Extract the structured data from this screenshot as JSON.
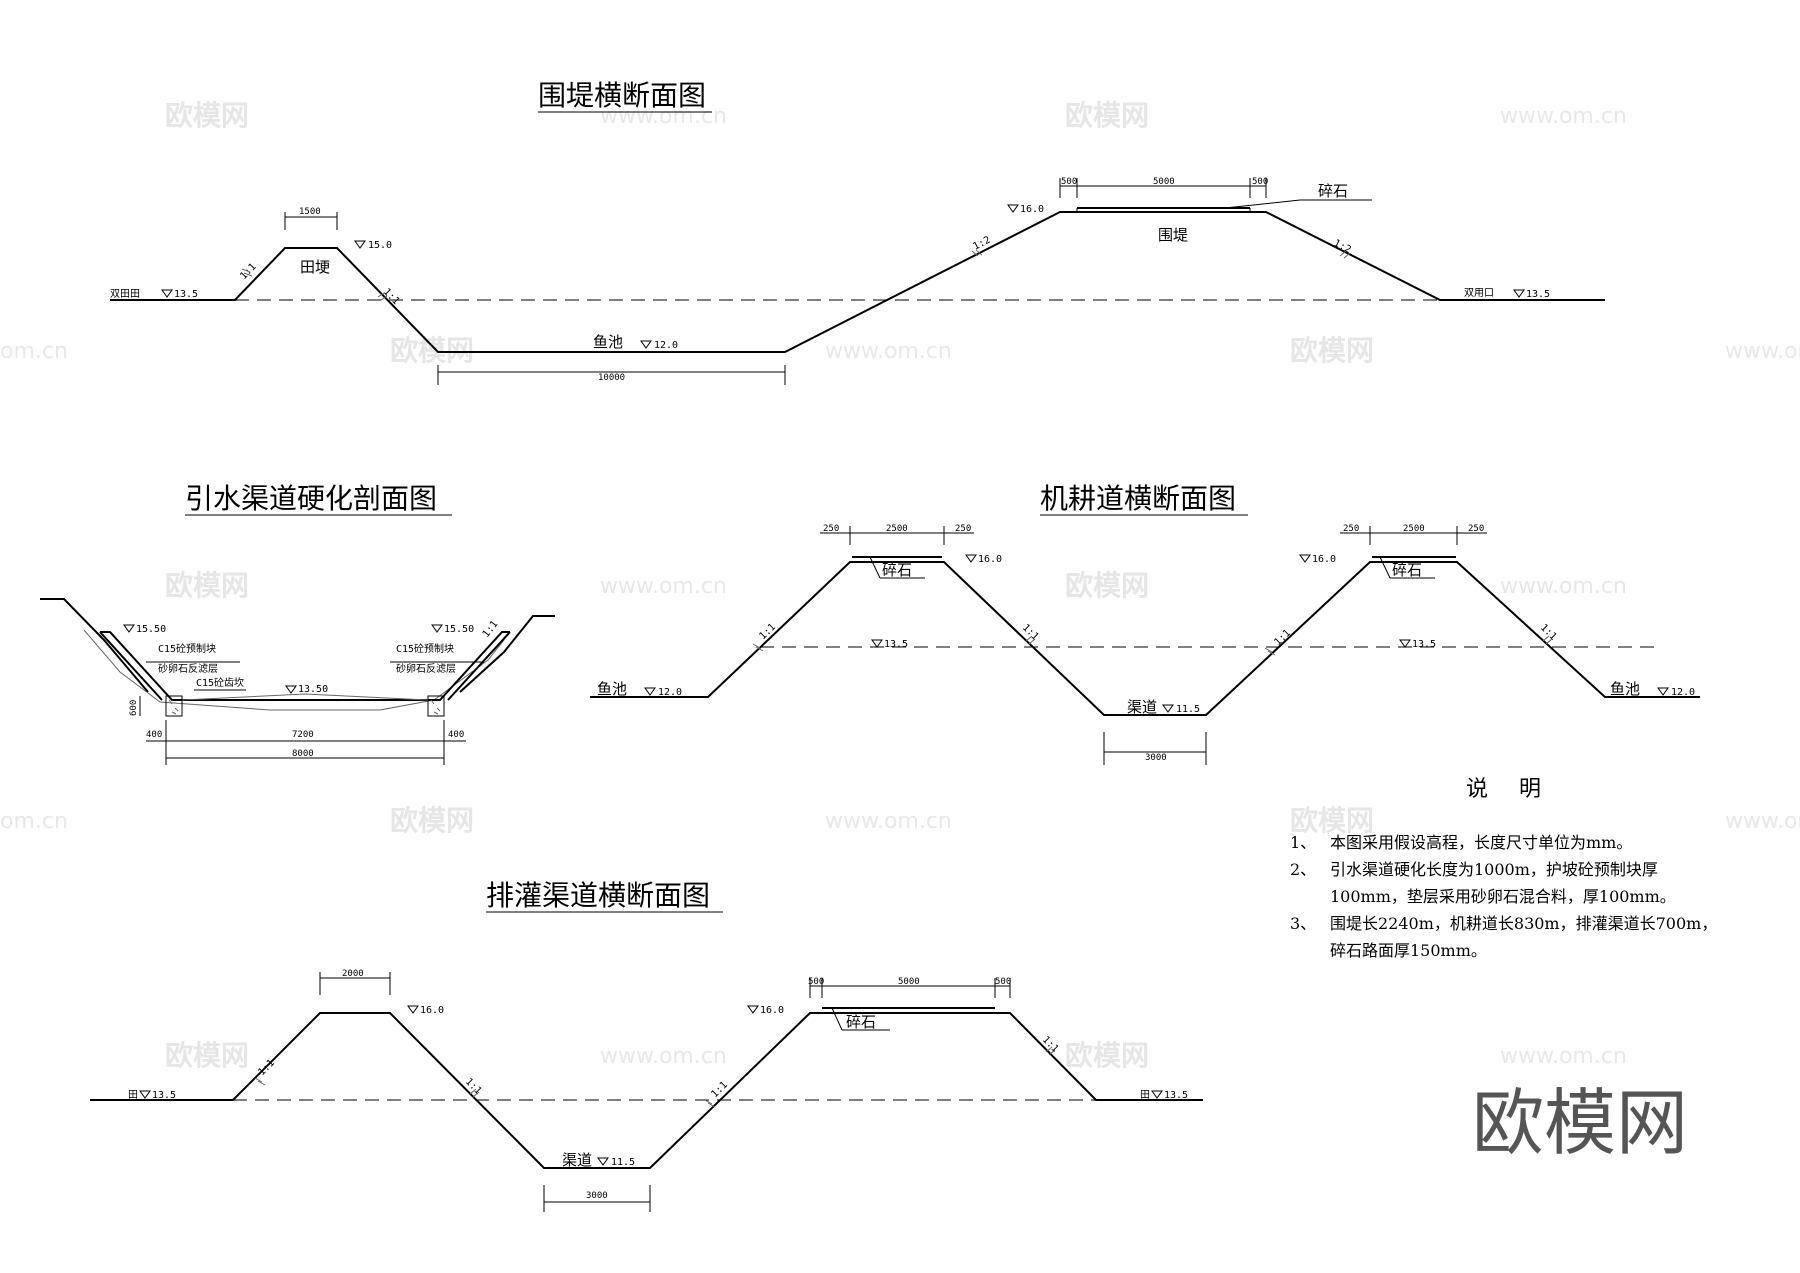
{
  "titles": {
    "embankment": "围堤横断面图",
    "channel_lining": "引水渠道硬化剖面图",
    "tractor_road": "机耕道横断面图",
    "drainage": "排灌渠道横断面图"
  },
  "labels": {
    "farmland_double": "双田田",
    "farmland_double_2": "双用口",
    "farmland": "田",
    "ridge": "田埂",
    "fish_pond": "鱼池",
    "levee": "围堤",
    "gravel": "碎石",
    "canal": "渠道",
    "precast_block": "C15砼预制块",
    "filter_layer": "砂卵石反滤层",
    "toe_block": "C15砼齿坎"
  },
  "elevations": {
    "e13_5": "13.5",
    "e15_0": "15.0",
    "e12_0": "12.0",
    "e16_0": "16.0",
    "e11_5": "11.5",
    "e15_50": "15.50",
    "e13_50": "13.50"
  },
  "slopes": {
    "s1_1": "1:1",
    "s1_2": "1:2"
  },
  "dims": {
    "d1500": "1500",
    "d10000": "10000",
    "d500": "500",
    "d5000": "5000",
    "d250": "250",
    "d2500": "2500",
    "d3000": "3000",
    "d400": "400",
    "d7200": "7200",
    "d8000": "8000",
    "d600": "600",
    "d2000": "2000"
  },
  "notes": {
    "title": "说 明",
    "items": [
      {
        "num": "1、",
        "lines": [
          "本图采用假设高程，长度尺寸单位为mm。"
        ]
      },
      {
        "num": "2、",
        "lines": [
          "引水渠道硬化长度为1000m，护坡砼预制块厚",
          "100mm，垫层采用砂卵石混合料，厚100mm。"
        ]
      },
      {
        "num": "3、",
        "lines": [
          "围堤长2240m，机耕道长830m，排灌渠道长700m，",
          "碎石路面厚150mm。"
        ]
      }
    ]
  },
  "watermark": {
    "logo": "欧模网",
    "url": "www.om.cn",
    "url_partial": "om.cn"
  }
}
